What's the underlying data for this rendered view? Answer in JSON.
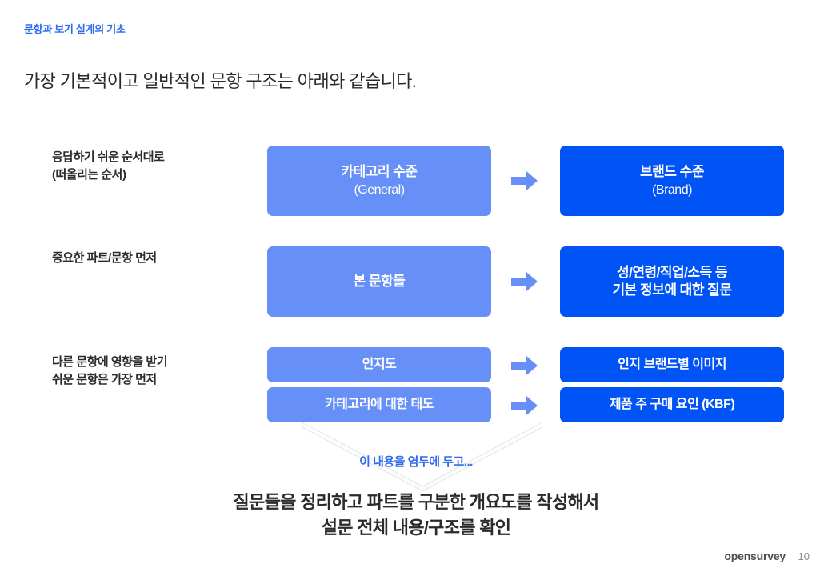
{
  "slide": {
    "eyebrow": "문항과 보기 설계의 기초",
    "lead": "가장 기본적이고 일반적인 문항 구조는 아래와 같습니다."
  },
  "colors": {
    "accent_blue": "#2f6bf0",
    "box_light": "#6690f7",
    "box_dark": "#0053f5",
    "arrow": "#6690f7",
    "text_dark": "#2b2b2b",
    "background": "#ffffff"
  },
  "diagram": {
    "arrow_icon": "arrow-right-icon",
    "rows": [
      {
        "label": "응답하기 쉬운 순서대로\n(떠올리는 순서)",
        "pairs": [
          {
            "left": {
              "ko": "카테고리 수준",
              "en": "(General)"
            },
            "right": {
              "ko": "브랜드 수준",
              "en": "(Brand)"
            }
          }
        ]
      },
      {
        "label": "중요한 파트/문항 먼저",
        "pairs": [
          {
            "left": {
              "ko": "본 문항들",
              "en": ""
            },
            "right": {
              "ko": "성/연령/직업/소득 등\n기본 정보에 대한 질문",
              "en": ""
            }
          }
        ]
      },
      {
        "label": "다른 문항에 영향을 받기\n쉬운 문항은 가장 먼저",
        "pairs": [
          {
            "left": {
              "ko": "인지도",
              "en": ""
            },
            "right": {
              "ko": "인지 브랜드별 이미지",
              "en": ""
            }
          },
          {
            "left": {
              "ko": "카테고리에 대한 태도",
              "en": ""
            },
            "right": {
              "ko": "제품 주 구매 요인 (KBF)",
              "en": ""
            }
          }
        ]
      }
    ]
  },
  "bottom": {
    "memo": "이 내용을 염두에 두고...",
    "conclusion": "질문들을 정리하고 파트를 구분한 개요도를 작성해서\n설문 전체 내용/구조를 확인",
    "chevron_icon": "chevron-down-shape"
  },
  "footer": {
    "brand": "opensurvey",
    "page_number": "10"
  }
}
